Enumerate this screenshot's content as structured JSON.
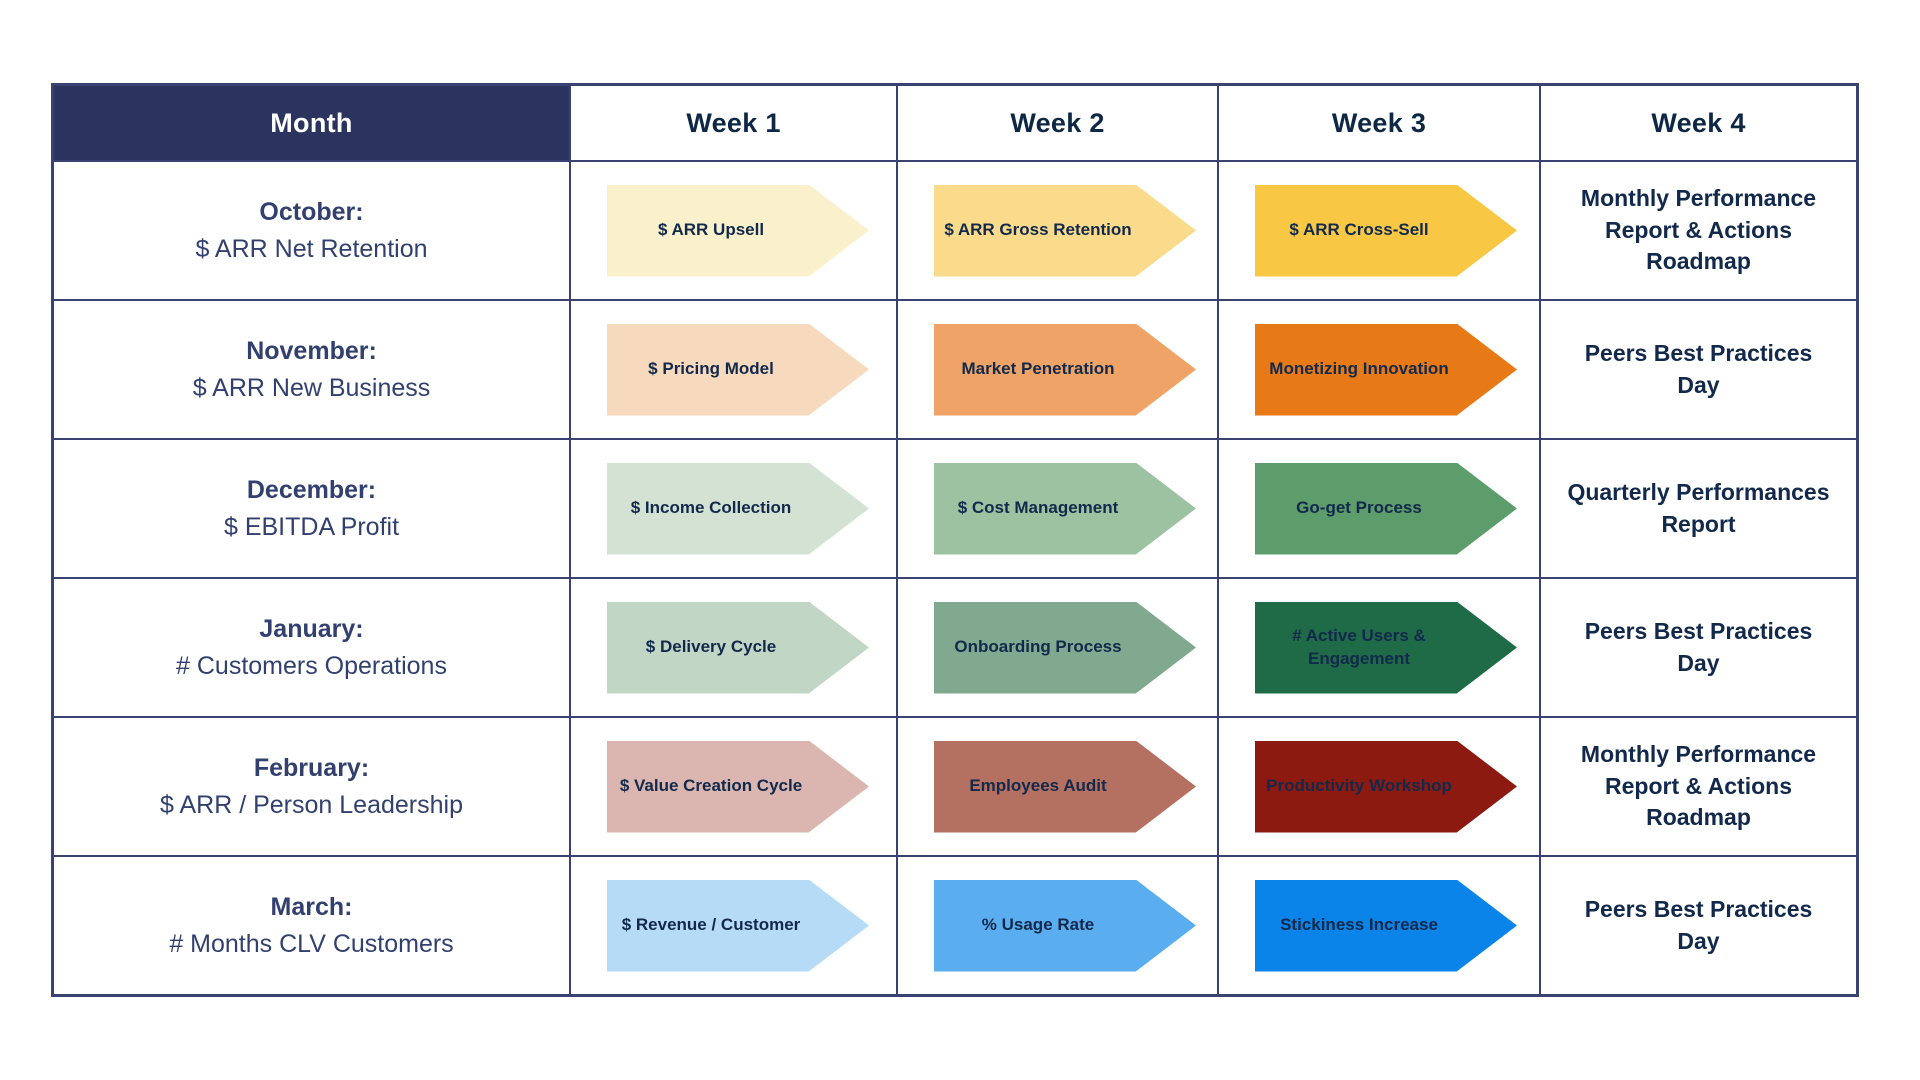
{
  "header": {
    "month_label": "Month",
    "week1_label": "Week 1",
    "week2_label": "Week 2",
    "week3_label": "Week 3",
    "week4_label": "Week 4"
  },
  "colors": {
    "header_bg": "#2B335F",
    "border": "#3A4272",
    "header_text": "#0E2745",
    "month_text": "#32406F",
    "body_text": "#12294B"
  },
  "rows": [
    {
      "month_title": "October:",
      "month_subtitle": "$ ARR Net Retention",
      "weeks": [
        {
          "label": "$ ARR Upsell",
          "color": "#FAF0CB"
        },
        {
          "label": "$ ARR Gross Retention",
          "color": "#F9DB8B"
        },
        {
          "label": "$ ARR Cross-Sell",
          "color": "#F8C845"
        }
      ],
      "week4": "Monthly Performance Report & Actions Roadmap"
    },
    {
      "month_title": "November:",
      "month_subtitle": "$ ARR New Business",
      "weeks": [
        {
          "label": "$ Pricing Model",
          "color": "#F7D9BD"
        },
        {
          "label": "Market Penetration",
          "color": "#F0A367"
        },
        {
          "label": "Monetizing Innovation",
          "color": "#E87917"
        }
      ],
      "week4": "Peers Best Practices Day"
    },
    {
      "month_title": "December:",
      "month_subtitle": "$ EBITDA Profit",
      "weeks": [
        {
          "label": "$ Income Collection",
          "color": "#D3E2D3"
        },
        {
          "label": "$ Cost Management",
          "color": "#9DC2A2"
        },
        {
          "label": "Go-get Process",
          "color": "#5D9C6B"
        }
      ],
      "week4": "Quarterly Performances Report"
    },
    {
      "month_title": "January:",
      "month_subtitle": "# Customers Operations",
      "weeks": [
        {
          "label": "$ Delivery Cycle",
          "color": "#C2D6C6"
        },
        {
          "label": "Onboarding Process",
          "color": "#80A98F"
        },
        {
          "label": "# Active Users & Engagement",
          "color": "#1F6B47"
        }
      ],
      "week4": "Peers Best Practices Day"
    },
    {
      "month_title": "February:",
      "month_subtitle": "$ ARR / Person Leadership",
      "weeks": [
        {
          "label": "$ Value Creation Cycle",
          "color": "#DBB5AF"
        },
        {
          "label": "Employees Audit",
          "color": "#B47060"
        },
        {
          "label": "Productivity Workshop",
          "color": "#8C1A10"
        }
      ],
      "week4": "Monthly Performance Report & Actions Roadmap"
    },
    {
      "month_title": "March:",
      "month_subtitle": "# Months CLV Customers",
      "weeks": [
        {
          "label": "$ Revenue / Customer",
          "color": "#B6DBF7"
        },
        {
          "label": "% Usage Rate",
          "color": "#5AAEF0"
        },
        {
          "label": "Stickiness Increase",
          "color": "#0A84E8"
        }
      ],
      "week4": "Peers Best Practices Day"
    }
  ]
}
